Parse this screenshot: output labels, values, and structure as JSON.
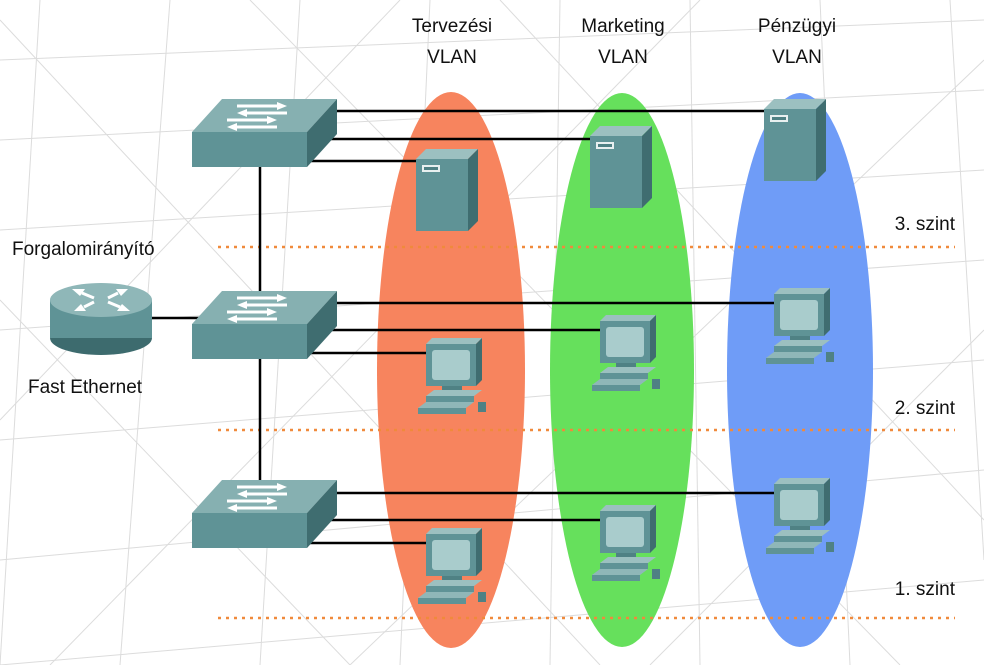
{
  "vlans": [
    {
      "line1": "Tervezési",
      "line2": "VLAN",
      "color": "#f7845e"
    },
    {
      "line1": "Marketing",
      "line2": "VLAN",
      "color": "#66e05c"
    },
    {
      "line1": "Pénzügyi",
      "line2": "VLAN",
      "color": "#6f9cf7"
    }
  ],
  "floors": [
    {
      "label": "3. szint"
    },
    {
      "label": "2. szint"
    },
    {
      "label": "1. szint"
    }
  ],
  "router": {
    "label": "Forgalomirányító",
    "link_label": "Fast Ethernet"
  },
  "colors": {
    "device": "#5f9396",
    "device_top": "#8fb7b8",
    "device_dark": "#3d6b6e",
    "floor_line": "#f08a3c",
    "link": "#000000"
  }
}
